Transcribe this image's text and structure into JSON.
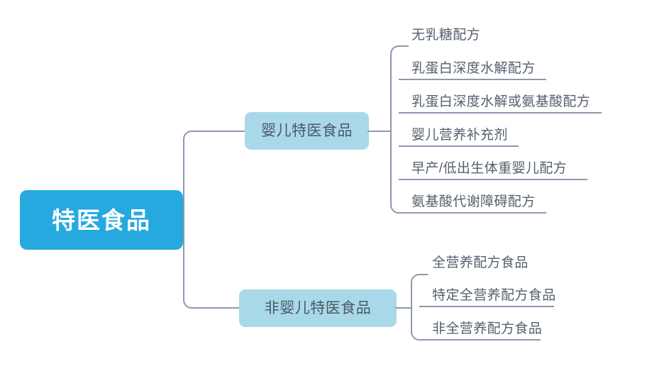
{
  "diagram": {
    "type": "mindmap",
    "title": "特医食品",
    "orientation": "left-to-right",
    "colors": {
      "root_fill": "#26A9DF",
      "root_text": "#FFFFFF",
      "branch_fill": "#A9D9E9",
      "branch_text": "#4C5866",
      "leaf_text": "#555F6E",
      "connector": "#8C98AE",
      "background": "#FFFFFF"
    }
  },
  "root": {
    "label": "特医食品"
  },
  "branches": [
    {
      "id": "infant",
      "label": "婴儿特医食品",
      "leaves": [
        {
          "label": "无乳糖配方"
        },
        {
          "label": "乳蛋白深度水解配方"
        },
        {
          "label": "乳蛋白深度水解或氨基酸配方"
        },
        {
          "label": "婴儿营养补充剂"
        },
        {
          "label": "早产/低出生体重婴儿配方"
        },
        {
          "label": "氨基酸代谢障碍配方"
        }
      ]
    },
    {
      "id": "noninfant",
      "label": "非婴儿特医食品",
      "leaves": [
        {
          "label": "全营养配方食品"
        },
        {
          "label": "特定全营养配方食品"
        },
        {
          "label": "非全营养配方食品"
        }
      ]
    }
  ]
}
